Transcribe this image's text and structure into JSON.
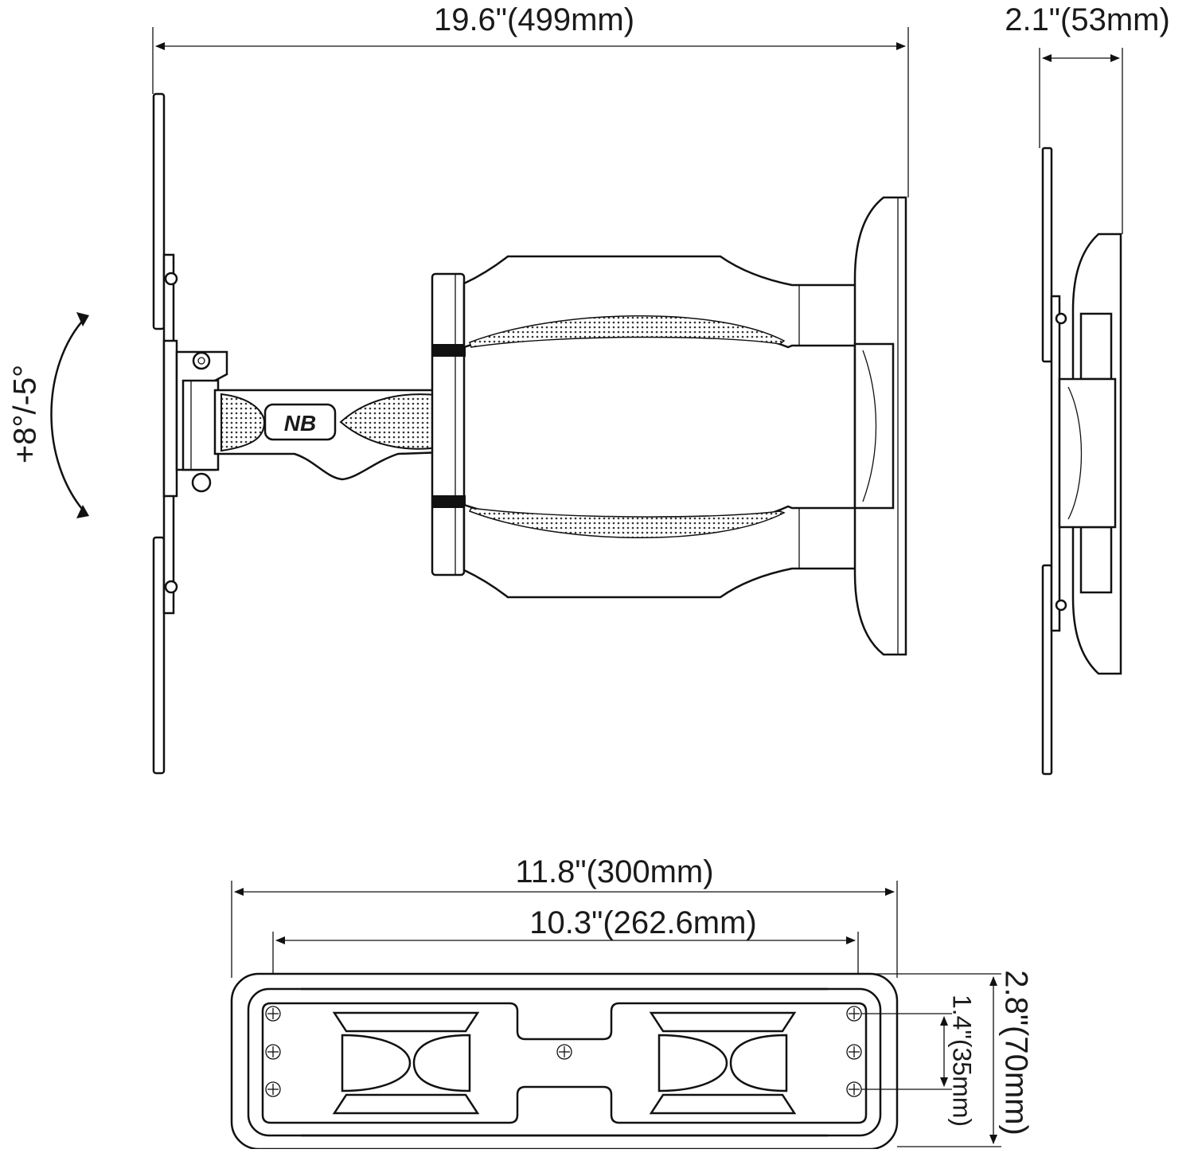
{
  "diagram": {
    "front_view": {
      "overall_width": "19.6\"(499mm)",
      "tilt_range": "+8°/-5°"
    },
    "side_view": {
      "depth": "2.1\"(53mm)"
    },
    "wall_plate": {
      "plate_width": "11.8\"(300mm)",
      "hole_spacing_horizontal": "10.3\"(262.6mm)",
      "plate_height": "2.8\"(70mm)",
      "hole_spacing_vertical": "1.4\"(35mm)"
    },
    "logo": "NB"
  }
}
